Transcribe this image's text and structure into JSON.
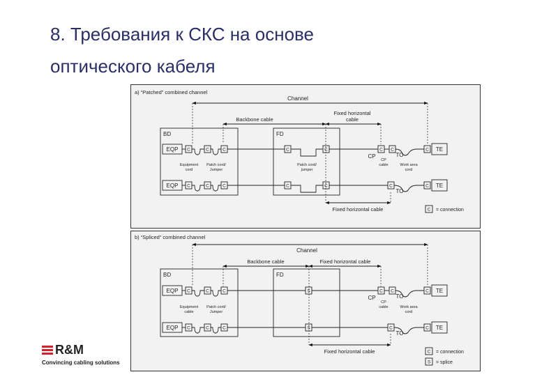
{
  "title": {
    "line1": "8. Требования к СКС на основе",
    "line2": "оптического кабеля"
  },
  "diagram": {
    "panel_a": {
      "heading": "a) “Patched” combined channel",
      "channel": "Channel",
      "backbone_cable": "Backbone cable",
      "fixed_horizontal_cable_top_line1": "Fixed horizontal",
      "fixed_horizontal_cable_top_line2": "cable",
      "bd": "BD",
      "fd": "FD",
      "eqp": "EQP",
      "te": "TE",
      "c": "C",
      "cp": "CP",
      "to": "TO",
      "equipment_cord_line1": "Equipment",
      "equipment_cord_line2": "cord",
      "patch_cord_jumper_line1": "Patch cord/",
      "patch_cord_jumper_line2": "Jumper",
      "fd_patch_cord_line1": "Patch cord/",
      "fd_patch_cord_line2": "jumper",
      "cp_cable_line1": "CP",
      "cp_cable_line2": "cable",
      "work_area_cord_line1": "Work area",
      "work_area_cord_line2": "cord",
      "fixed_horizontal_cable_bottom": "Fixed horizontal cable",
      "legend_connection": "= connection"
    },
    "panel_b": {
      "heading": "b) “Spliced” combined channel",
      "channel": "Channel",
      "backbone_cable": "Backbone cable",
      "fixed_horizontal_cable_top": "Fixed horizontal cable",
      "bd": "BD",
      "fd": "FD",
      "eqp": "EQP",
      "te": "TE",
      "c": "C",
      "s": "S",
      "cp": "CP",
      "to": "TO",
      "equipment_cable_line1": "Equipment",
      "equipment_cable_line2": "cable",
      "patch_cord_jumper_line1": "Patch cord/",
      "patch_cord_jumper_line2": "Jumper",
      "cp_cable_line1": "CP",
      "cp_cable_line2": "cable",
      "work_area_cord_line1": "Work area",
      "work_area_cord_line2": "cord",
      "fixed_horizontal_cable_bottom": "Fixed horizontal cable",
      "legend_connection": "= connection",
      "legend_splice": "= splice"
    }
  },
  "logo": {
    "name": "R&M",
    "tagline": "Convincing cabling solutions"
  },
  "colors": {
    "title": "#2a2f66",
    "diagram_background": "#f2f2f2",
    "brand_red": "#d3202b"
  }
}
